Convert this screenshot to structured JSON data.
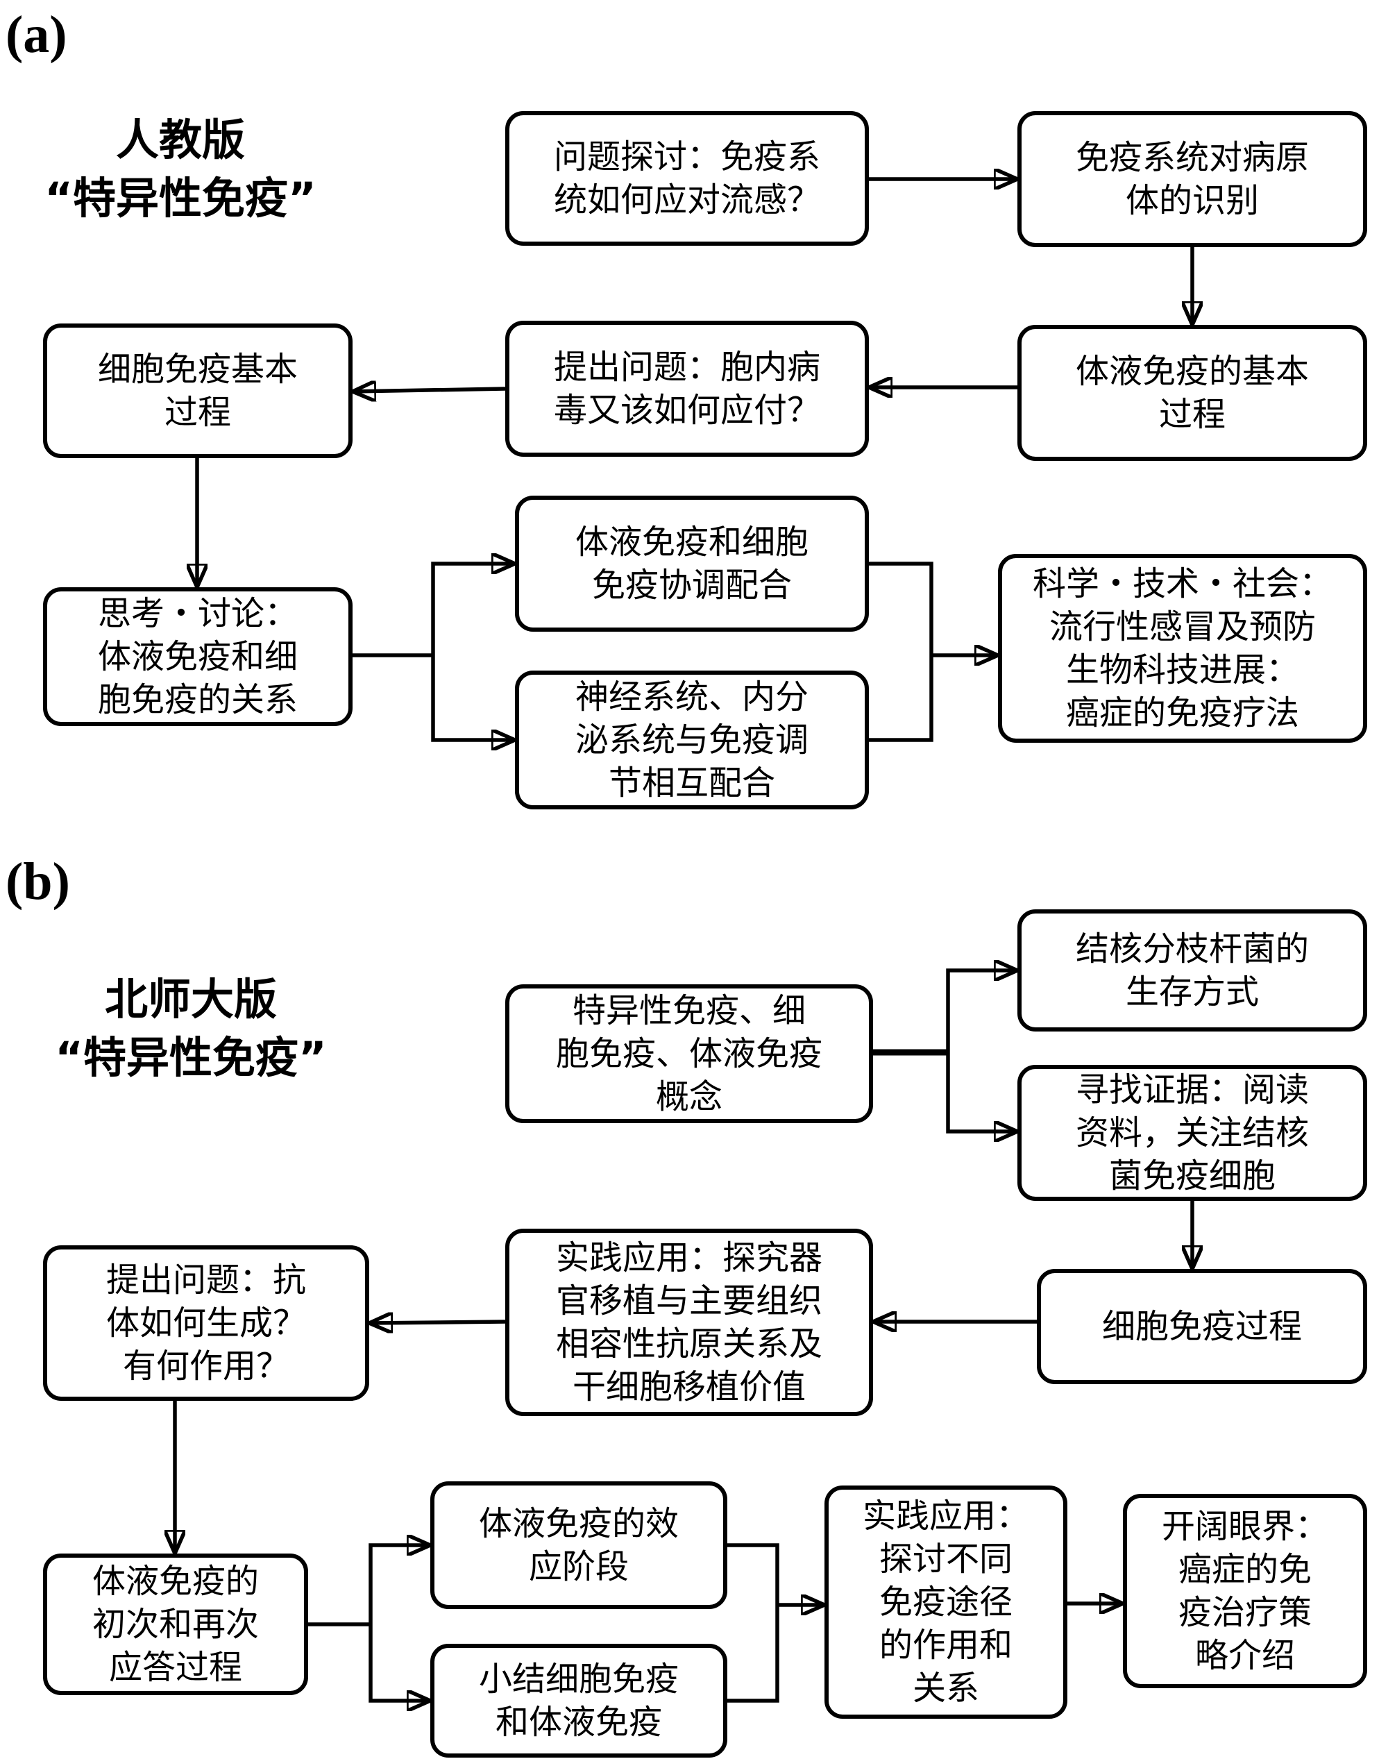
{
  "panel_a": {
    "label": "(a)",
    "title": "人教版\n“特异性免疫”",
    "boxes": {
      "a1": "问题探讨：免疫系\n统如何应对流感？",
      "a2": "免疫系统对病原\n体的识别",
      "a3": "体液免疫的基本\n过程",
      "a4": "提出问题：胞内病\n毒又该如何应付？",
      "a5": "细胞免疫基本\n过程",
      "a6": "思考・讨论：\n体液免疫和细\n胞免疫的关系",
      "a7": "体液免疫和细胞\n免疫协调配合",
      "a8": "神经系统、内分\n泌系统与免疫调\n节相互配合",
      "a9": "科学・技术・社会：\n流行性感冒及预防\n生物科技进展：\n癌症的免疫疗法"
    }
  },
  "panel_b": {
    "label": "(b)",
    "title": "北师大版\n“特异性免疫”",
    "boxes": {
      "b1": "特异性免疫、细\n胞免疫、体液免疫\n概念",
      "b2": "结核分枝杆菌的\n生存方式",
      "b3": "寻找证据：阅读\n资料，关注结核\n菌免疫细胞",
      "b4": "细胞免疫过程",
      "b5": "实践应用：探究器\n官移植与主要组织\n相容性抗原关系及\n干细胞移植价值",
      "b6": "提出问题：抗\n体如何生成？\n有何作用？",
      "b7": "体液免疫的\n初次和再次\n应答过程",
      "b8": "体液免疫的效\n应阶段",
      "b9": "小结细胞免疫\n和体液免疫",
      "b10": "实践应用：\n探讨不同\n免疫途径\n的作用和\n关系",
      "b11": "开阔眼界：\n癌症的免\n疫治疗策\n略介绍"
    }
  }
}
